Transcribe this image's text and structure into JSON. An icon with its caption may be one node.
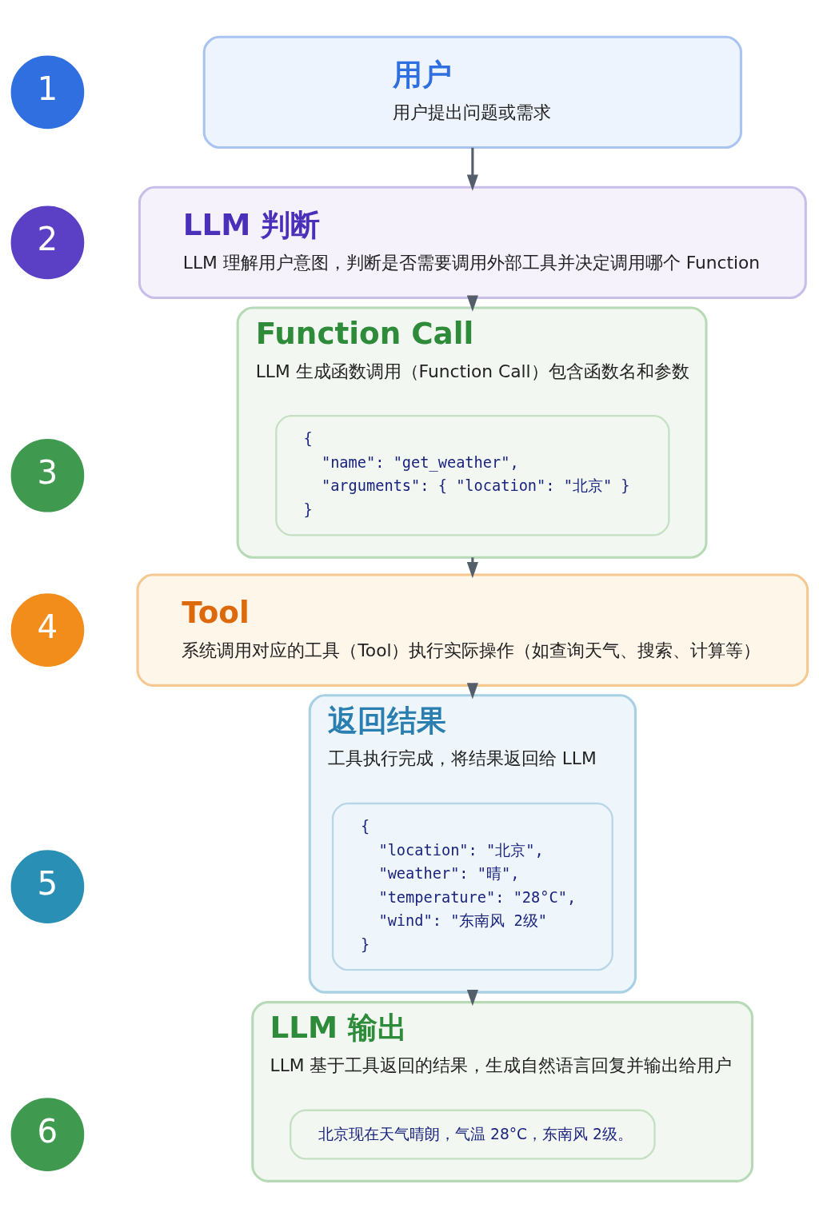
{
  "diagram": {
    "nodes": [
      {
        "text": [
          "1"
        ]
      },
      {
        "text": [
          "用户",
          "用户提出问题或需求"
        ]
      },
      {
        "text": [
          "2"
        ]
      },
      {
        "text": [
          "LLM 判断",
          "LLM 理解用户意图，判断是否需要调用外部工具并决定调用哪个 Function"
        ]
      },
      {
        "text": [
          "3"
        ]
      },
      {
        "text": [
          "Function Call",
          "LLM 生成函数调用（Function Call）包含函数名和参数"
        ]
      },
      {
        "text": [
          "{",
          "\"name\": \"get_weather\",",
          "\"arguments\": { \"location\": \"北京\" }",
          "}"
        ],
        "in": 5
      },
      {
        "text": [
          "4"
        ]
      },
      {
        "text": [
          "Tool",
          "系统调用对应的工具（Tool）执行实际操作（如查询天气、搜索、计算等）"
        ]
      },
      {
        "text": [
          "5"
        ]
      },
      {
        "text": [
          "返回结果",
          "工具执行完成，将结果返回给 LLM"
        ]
      },
      {
        "text": [
          "{",
          "\"location\": \"北京\",",
          "\"weather\": \"晴\",",
          "\"temperature\": \"28°C\",",
          "\"wind\": \"东南风 2级\"",
          "}"
        ],
        "in": 10
      },
      {
        "text": [
          "6"
        ]
      },
      {
        "text": [
          "LLM 输出",
          "LLM 基于工具返回的结果，生成自然语言回复并输出给用户"
        ]
      },
      {
        "text": [
          "北京现在天气晴朗，气温 28°C，东南风 2级。"
        ],
        "in": 13
      }
    ],
    "edges": [
      {
        "from": 1,
        "to": 3,
        "arrow": "to"
      },
      {
        "from": 3,
        "to": 5,
        "arrow": "to"
      },
      {
        "from": 5,
        "to": 8,
        "arrow": "to"
      },
      {
        "from": 8,
        "to": 10,
        "arrow": "to"
      },
      {
        "from": 10,
        "to": 13,
        "arrow": "to"
      }
    ]
  }
}
